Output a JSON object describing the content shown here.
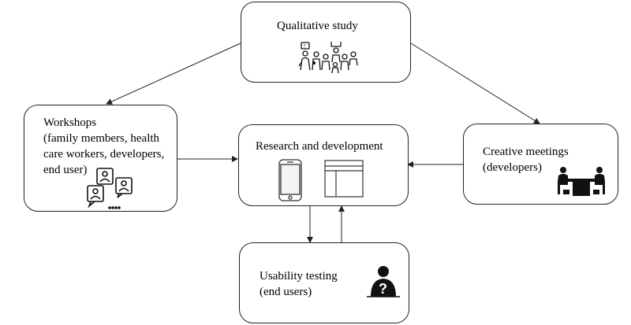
{
  "nodes": {
    "qualitative_study": {
      "title": "Qualitative study",
      "icon": "presentation-audience-icon"
    },
    "workshops": {
      "title": "Workshops\n(family members, health\ncare workers, developers,\nend user)",
      "icon": "group-discussion-icon"
    },
    "research_development": {
      "title": "Research and development",
      "icons": [
        "smartphone-icon",
        "wireframe-layout-icon"
      ]
    },
    "creative_meetings": {
      "title": "Creative meetings\n(developers)",
      "icon": "meeting-table-icon"
    },
    "usability_testing": {
      "title": "Usability testing\n(end users)",
      "icon": "user-question-icon"
    }
  },
  "edges": [
    {
      "from": "qualitative_study",
      "to": "workshops"
    },
    {
      "from": "qualitative_study",
      "to": "creative_meetings"
    },
    {
      "from": "workshops",
      "to": "research_development"
    },
    {
      "from": "creative_meetings",
      "to": "research_development"
    },
    {
      "from": "research_development",
      "to": "usability_testing"
    },
    {
      "from": "usability_testing",
      "to": "research_development"
    }
  ],
  "colors": {
    "stroke": "#222222",
    "icon": "#111111",
    "background": "#ffffff"
  }
}
